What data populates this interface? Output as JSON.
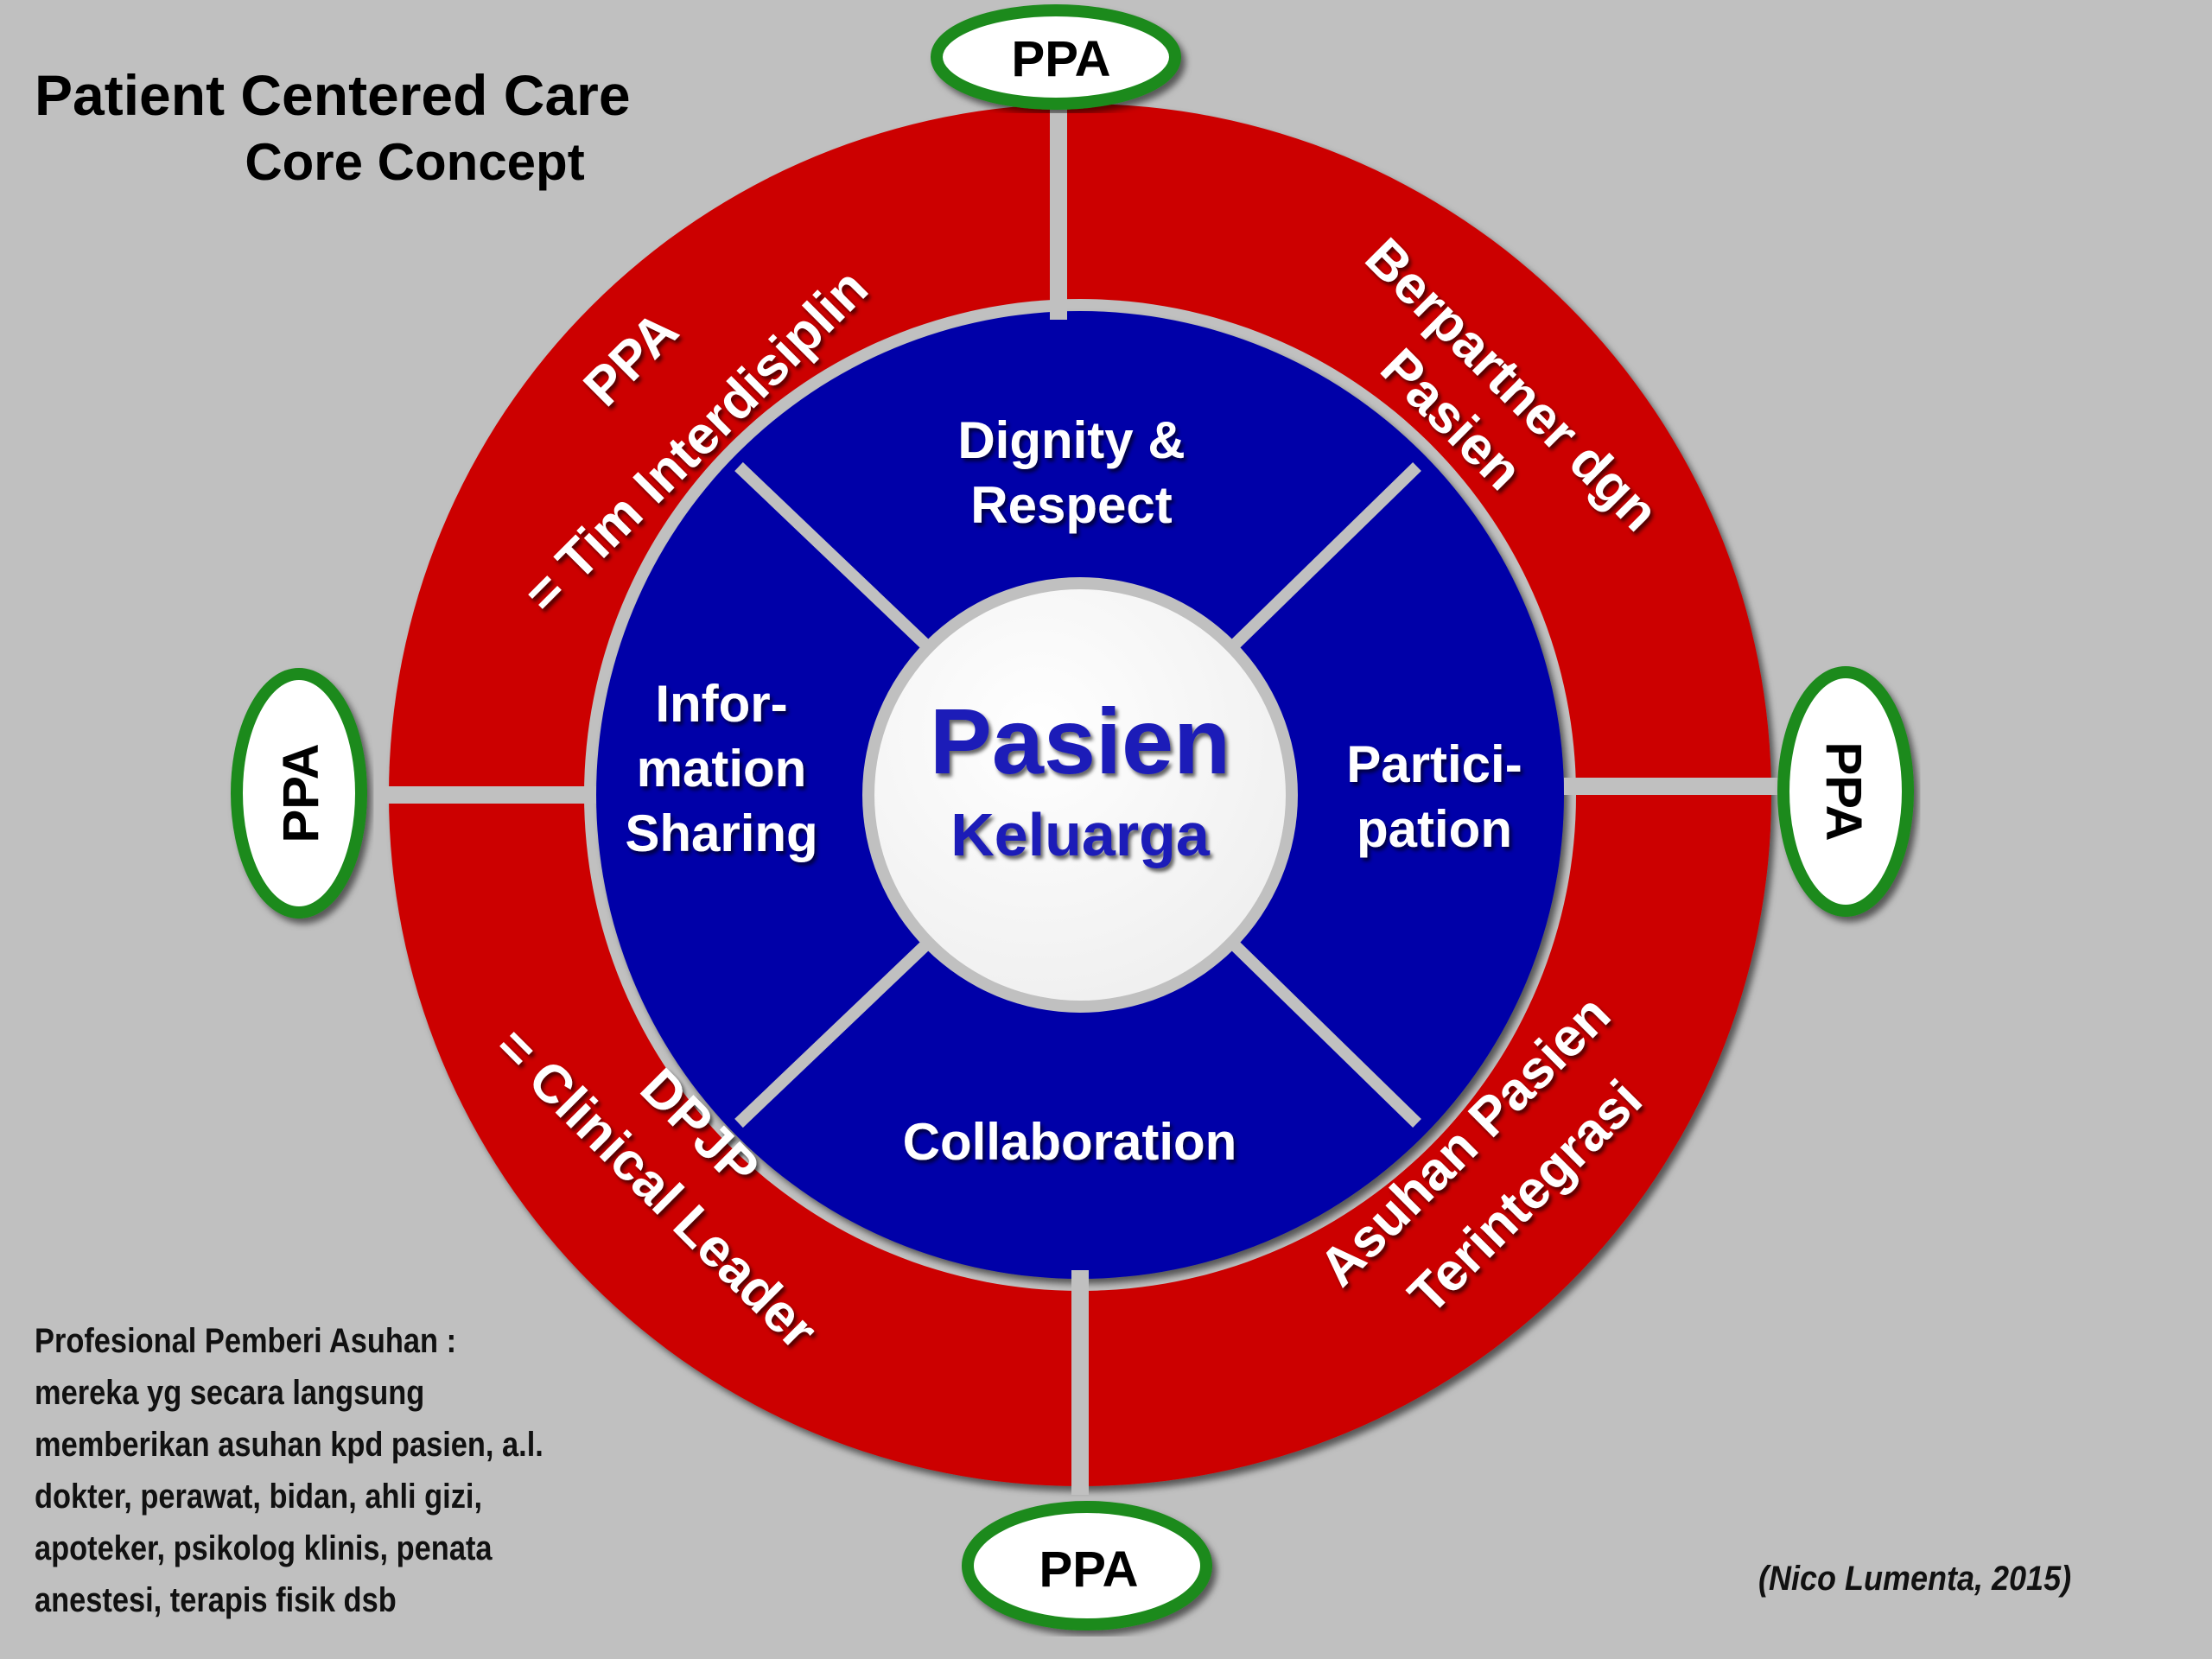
{
  "title": {
    "line1": "Patient Centered Care",
    "line2": "Core Concept"
  },
  "center": {
    "line1": "Pasien",
    "line2": "Keluarga"
  },
  "inner_segments": {
    "top": [
      "Dignity &",
      "Respect"
    ],
    "right": [
      "Partici-",
      "pation"
    ],
    "bottom": [
      "Collaboration"
    ],
    "left": [
      "Infor-",
      "mation",
      "Sharing"
    ]
  },
  "outer_segments": {
    "top_left": [
      "PPA",
      "= Tim Interdisiplin"
    ],
    "top_right": [
      "Berpartner dgn",
      "Pasien"
    ],
    "bottom_left": [
      "DPJP",
      "= Clinical Leader"
    ],
    "bottom_right": [
      "Asuhan Pasien",
      "Terintegrasi"
    ]
  },
  "ppa_badges": {
    "top": "PPA",
    "right": "PPA",
    "bottom": "PPA",
    "left": "PPA"
  },
  "footnote": [
    "Profesional Pemberi Asuhan :",
    "mereka yg secara langsung",
    "memberikan asuhan kpd pasien, a.l.",
    "dokter, perawat, bidan, ahli gizi,",
    "apoteker, psikolog klinis, penata",
    "anestesi, terapis fisik dsb"
  ],
  "credit": "(Nico Lumenta, 2015)",
  "colors": {
    "background": "#c0c0c0",
    "outer_ring": "#cc0000",
    "inner_ring": "#0000a8",
    "center": "#ffffff",
    "badge_border": "#1a8a1a",
    "center_text": "#1a1ab8"
  }
}
